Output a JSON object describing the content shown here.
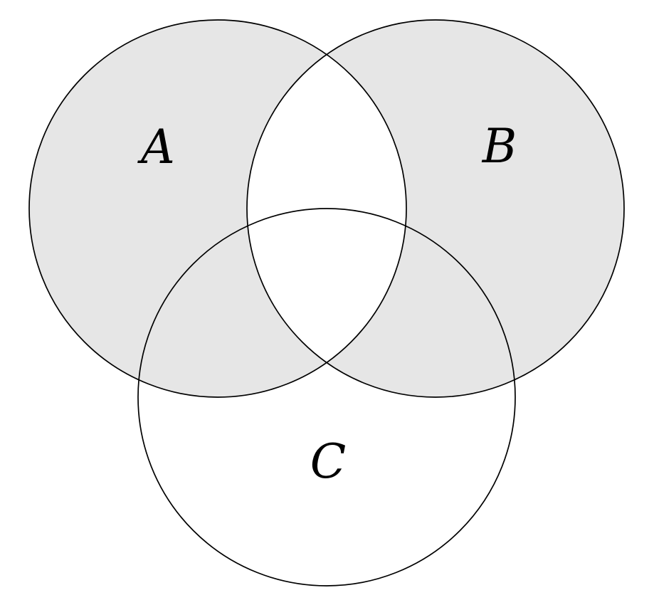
{
  "diagram": {
    "type": "venn-3-sets",
    "labels": {
      "a": "A",
      "b": "B",
      "c": "C"
    },
    "shading": {
      "description": "Symmetric difference of A and B shaded (regions in exactly one of A or B, including their overlaps with C); A∩B, A∩B∩C and C-only regions are white",
      "shaded_regions": [
        "A only",
        "B only",
        "A∩C only",
        "B∩C only"
      ],
      "white_regions": [
        "A∩B only",
        "A∩B∩C",
        "C only",
        "background"
      ]
    },
    "colors": {
      "shaded_fill": "#e6e6e6",
      "stroke": "#000000",
      "background": "#ffffff"
    }
  }
}
